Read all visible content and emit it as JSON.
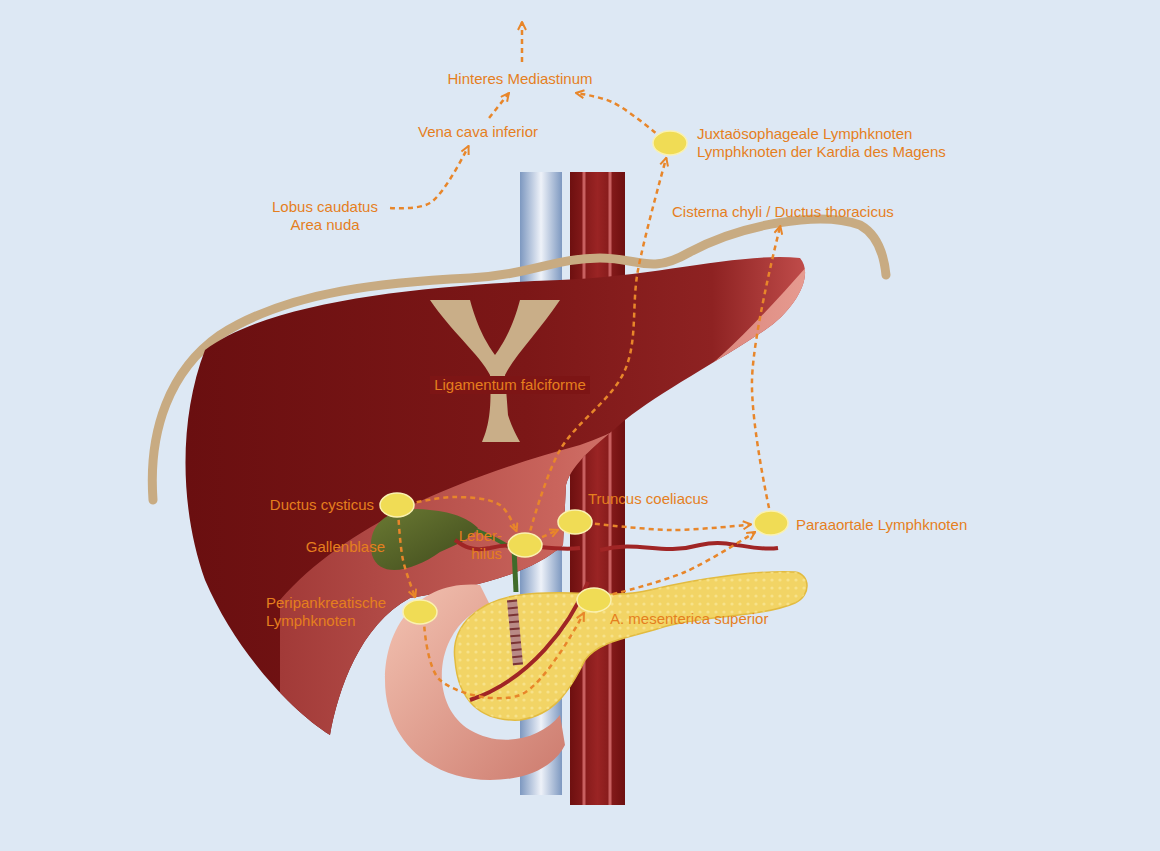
{
  "diagram": {
    "nodes": [
      {
        "text": [
          "Hinteres Mediastinum"
        ]
      },
      {
        "text": [
          "Vena cava inferior"
        ]
      },
      {
        "text": [
          "Juxtaösophageale Lymphknoten Lymphknoten der Kardia des Magens"
        ]
      },
      {
        "text": [
          "Lobus caudatus Area nuda"
        ]
      },
      {
        "text": [
          "Cisterna chyli / Ductus thoracicus"
        ]
      },
      {
        "text": [
          "Ductus cysticus"
        ]
      },
      {
        "text": [
          "Leber- hilus"
        ]
      },
      {
        "text": [
          "Truncus coeliacus"
        ]
      },
      {
        "text": [
          "Paraaortale Lymphknoten"
        ]
      },
      {
        "text": [
          "Peripankreatische Lymphknoten"
        ]
      },
      {
        "text": [
          "A. mesenterica superior"
        ]
      }
    ],
    "edges": [
      {
        "from": 3,
        "to": 1,
        "arrow": "to"
      },
      {
        "from": 1,
        "to": 0,
        "arrow": "to"
      },
      {
        "from": 2,
        "to": 0,
        "arrow": "to"
      },
      {
        "from": 6,
        "to": 2,
        "arrow": "to"
      },
      {
        "from": 5,
        "to": 6,
        "arrow": "to"
      },
      {
        "from": 6,
        "to": 7,
        "arrow": "to"
      },
      {
        "from": 7,
        "to": 8,
        "arrow": "to"
      },
      {
        "from": 8,
        "to": 4,
        "arrow": "to"
      },
      {
        "from": 5,
        "to": 9,
        "arrow": "to"
      },
      {
        "from": 9,
        "to": 10,
        "arrow": "to"
      },
      {
        "from": 10,
        "to": 8,
        "arrow": "to"
      }
    ],
    "labels": [
      "Ligamentum falciforme",
      "Gallenblase"
    ]
  }
}
